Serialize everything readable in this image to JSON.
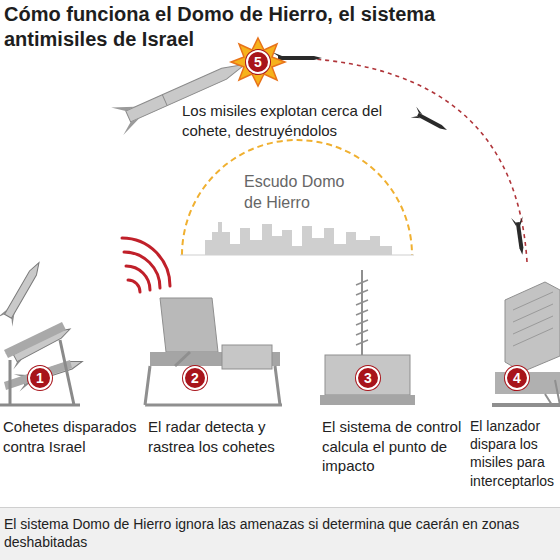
{
  "diagram": {
    "title": "Cómo funciona el Domo de Hierro, el sistema antimisiles de Israel",
    "caption": "El sistema Domo de Hierro ignora las amenazas si determina que caerán en zonas deshabitadas",
    "nodes": [
      {
        "text": [
          "1"
        ]
      },
      {
        "text": [
          "2"
        ]
      },
      {
        "text": [
          "3"
        ]
      },
      {
        "text": [
          "4"
        ]
      },
      {
        "text": [
          "5"
        ]
      }
    ],
    "labels": [
      "Los misiles explotan cerca del cohete, destruyéndolos",
      "Escudo Domo de Hierro",
      "Cohetes disparados contra Israel",
      "El radar detecta y rastrea los cohetes",
      "El sistema de control calcula el punto de impacto",
      "El lanzador dispara los misiles para interceptarlos"
    ]
  }
}
